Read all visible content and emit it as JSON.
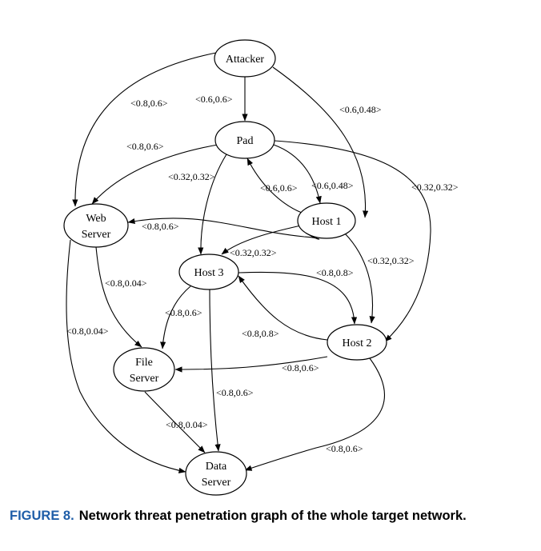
{
  "diagram": {
    "nodes": [
      {
        "id": "attacker",
        "lines": [
          "Attacker"
        ]
      },
      {
        "id": "pad",
        "lines": [
          "Pad"
        ]
      },
      {
        "id": "web-server",
        "lines": [
          "Web",
          "Server"
        ]
      },
      {
        "id": "host-1",
        "lines": [
          "Host 1"
        ]
      },
      {
        "id": "host-3",
        "lines": [
          "Host 3"
        ]
      },
      {
        "id": "host-2",
        "lines": [
          "Host 2"
        ]
      },
      {
        "id": "file-server",
        "lines": [
          "File",
          "Server"
        ]
      },
      {
        "id": "data-server",
        "lines": [
          "Data",
          "Server"
        ]
      }
    ],
    "edges": [
      {
        "id": "attacker-web-server",
        "from": "attacker",
        "to": "web-server",
        "label": "<0.8,0.6>"
      },
      {
        "id": "attacker-pad",
        "from": "attacker",
        "to": "pad",
        "label": "<0.6,0.6>"
      },
      {
        "id": "attacker-host-1",
        "from": "attacker",
        "to": "host-1",
        "label": "<0.6,0.48>"
      },
      {
        "id": "pad-web-server",
        "from": "pad",
        "to": "web-server",
        "label": "<0.8,0.6>"
      },
      {
        "id": "pad-host-3",
        "from": "pad",
        "to": "host-3",
        "label": "<0.32,0.32>"
      },
      {
        "id": "pad-host-1",
        "from": "pad",
        "to": "host-1",
        "label": "<0.6,0.48>"
      },
      {
        "id": "host-1-pad",
        "from": "host-1",
        "to": "pad",
        "label": "<0.6,0.6>"
      },
      {
        "id": "pad-host-2",
        "from": "pad",
        "to": "host-2",
        "label": "<0.32,0.32>"
      },
      {
        "id": "host-1-web-server",
        "from": "host-1",
        "to": "web-server",
        "label": "<0.8,0.6>"
      },
      {
        "id": "host-1-host-3",
        "from": "host-1",
        "to": "host-3",
        "label": "<0.32,0.32>"
      },
      {
        "id": "host-1-host-2",
        "from": "host-1",
        "to": "host-2",
        "label": "<0.32,0.32>"
      },
      {
        "id": "web-server-file-server",
        "from": "web-server",
        "to": "file-server",
        "label": "<0.8,0.04>"
      },
      {
        "id": "web-server-data-server",
        "from": "web-server",
        "to": "data-server",
        "label": "<0.8,0.04>"
      },
      {
        "id": "host-3-host-2",
        "from": "host-3",
        "to": "host-2",
        "label": "<0.8,0.8>"
      },
      {
        "id": "host-2-host-3",
        "from": "host-2",
        "to": "host-3",
        "label": "<0.8,0.8>"
      },
      {
        "id": "host-3-file-server",
        "from": "host-3",
        "to": "file-server",
        "label": "<0.8,0.6>"
      },
      {
        "id": "host-3-data-server",
        "from": "host-3",
        "to": "data-server",
        "label": "<0.8,0.6>"
      },
      {
        "id": "host-2-file-server",
        "from": "host-2",
        "to": "file-server",
        "label": "<0.8,0.6>"
      },
      {
        "id": "host-2-data-server",
        "from": "host-2",
        "to": "data-server",
        "label": "<0.8,0.6>"
      },
      {
        "id": "file-server-data-server",
        "from": "file-server",
        "to": "data-server",
        "label": "<0.8,0.04>"
      }
    ]
  },
  "caption": {
    "label": "FIGURE 8.",
    "text": "Network threat penetration graph of the whole target network."
  },
  "colors": {
    "caption_label": "#1f5ea8",
    "stroke": "#000000"
  }
}
